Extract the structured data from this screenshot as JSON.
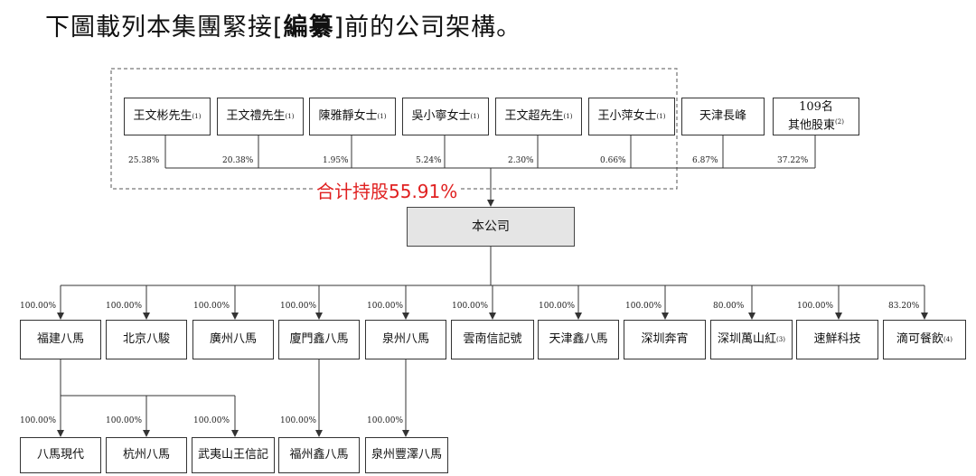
{
  "heading": {
    "before": "下圖載列本集團緊接[",
    "bold": "編纂",
    "after": "]前的公司架構。"
  },
  "total_label": "合计持股55.91%",
  "company": "本公司",
  "shareholders": [
    {
      "name": "王文彬先生",
      "note": "(1)",
      "pct": "25.38%"
    },
    {
      "name": "王文禮先生",
      "note": "(1)",
      "pct": "20.38%"
    },
    {
      "name": "陳雅靜女士",
      "note": "(1)",
      "pct": "1.95%"
    },
    {
      "name": "吳小寧女士",
      "note": "(1)",
      "pct": "5.24%"
    },
    {
      "name": "王文超先生",
      "note": "(1)",
      "pct": "2.30%"
    },
    {
      "name": "王小萍女士",
      "note": "(1)",
      "pct": "0.66%"
    },
    {
      "name": "天津長峰",
      "note": "",
      "pct": "6.87%"
    },
    {
      "name_line1": "109名",
      "name": "其他股東",
      "note": "(2)",
      "pct": "37.22%"
    }
  ],
  "subsidiaries": [
    {
      "name": "福建八馬",
      "note": "",
      "pct": "100.00%"
    },
    {
      "name": "北京八駿",
      "note": "",
      "pct": "100.00%"
    },
    {
      "name": "廣州八馬",
      "note": "",
      "pct": "100.00%"
    },
    {
      "name": "廈門鑫八馬",
      "note": "",
      "pct": "100.00%"
    },
    {
      "name": "泉州八馬",
      "note": "",
      "pct": "100.00%"
    },
    {
      "name": "雲南信記號",
      "note": "",
      "pct": "100.00%"
    },
    {
      "name": "天津鑫八馬",
      "note": "",
      "pct": "100.00%"
    },
    {
      "name": "深圳奔宵",
      "note": "",
      "pct": "100.00%"
    },
    {
      "name": "深圳萬山紅",
      "note": "(3)",
      "pct": "80.00%"
    },
    {
      "name": "速鮮科技",
      "note": "",
      "pct": "100.00%"
    },
    {
      "name": "滴可餐飲",
      "note": "(4)",
      "pct": "83.20%"
    }
  ],
  "subsubsidiaries": [
    {
      "name": "八馬現代",
      "pct": "100.00%"
    },
    {
      "name": "杭州八馬",
      "pct": "100.00%"
    },
    {
      "name": "武夷山王信記",
      "pct": "100.00%"
    },
    {
      "name": "福州鑫八馬",
      "pct": "100.00%"
    },
    {
      "name": "泉州豐澤八馬",
      "pct": "100.00%"
    }
  ]
}
